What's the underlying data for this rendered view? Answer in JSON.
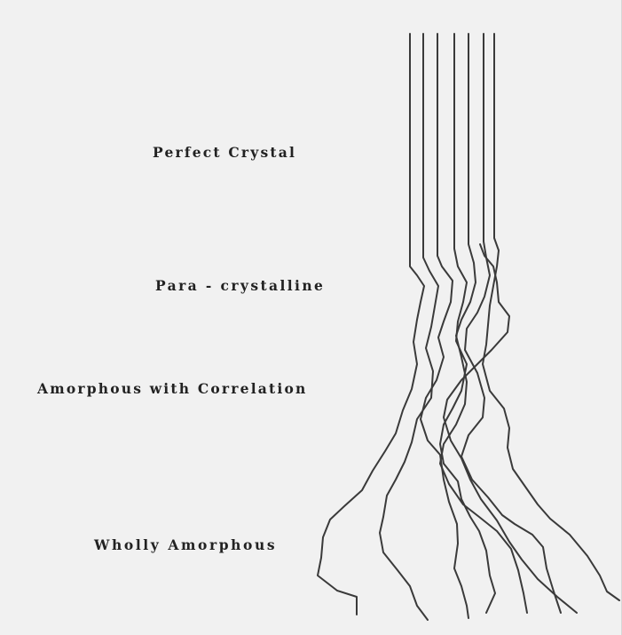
{
  "labels": {
    "perfect_crystal": "Perfect Crystal",
    "para_crystalline": "Para - crystalline",
    "amorphous_with_correlation": "Amorphous with Correlation",
    "wholly_amorphous": "Wholly Amorphous"
  },
  "colors": {
    "background": "#f1f1f1",
    "line": "#3a3a3a",
    "text": "#222222"
  }
}
